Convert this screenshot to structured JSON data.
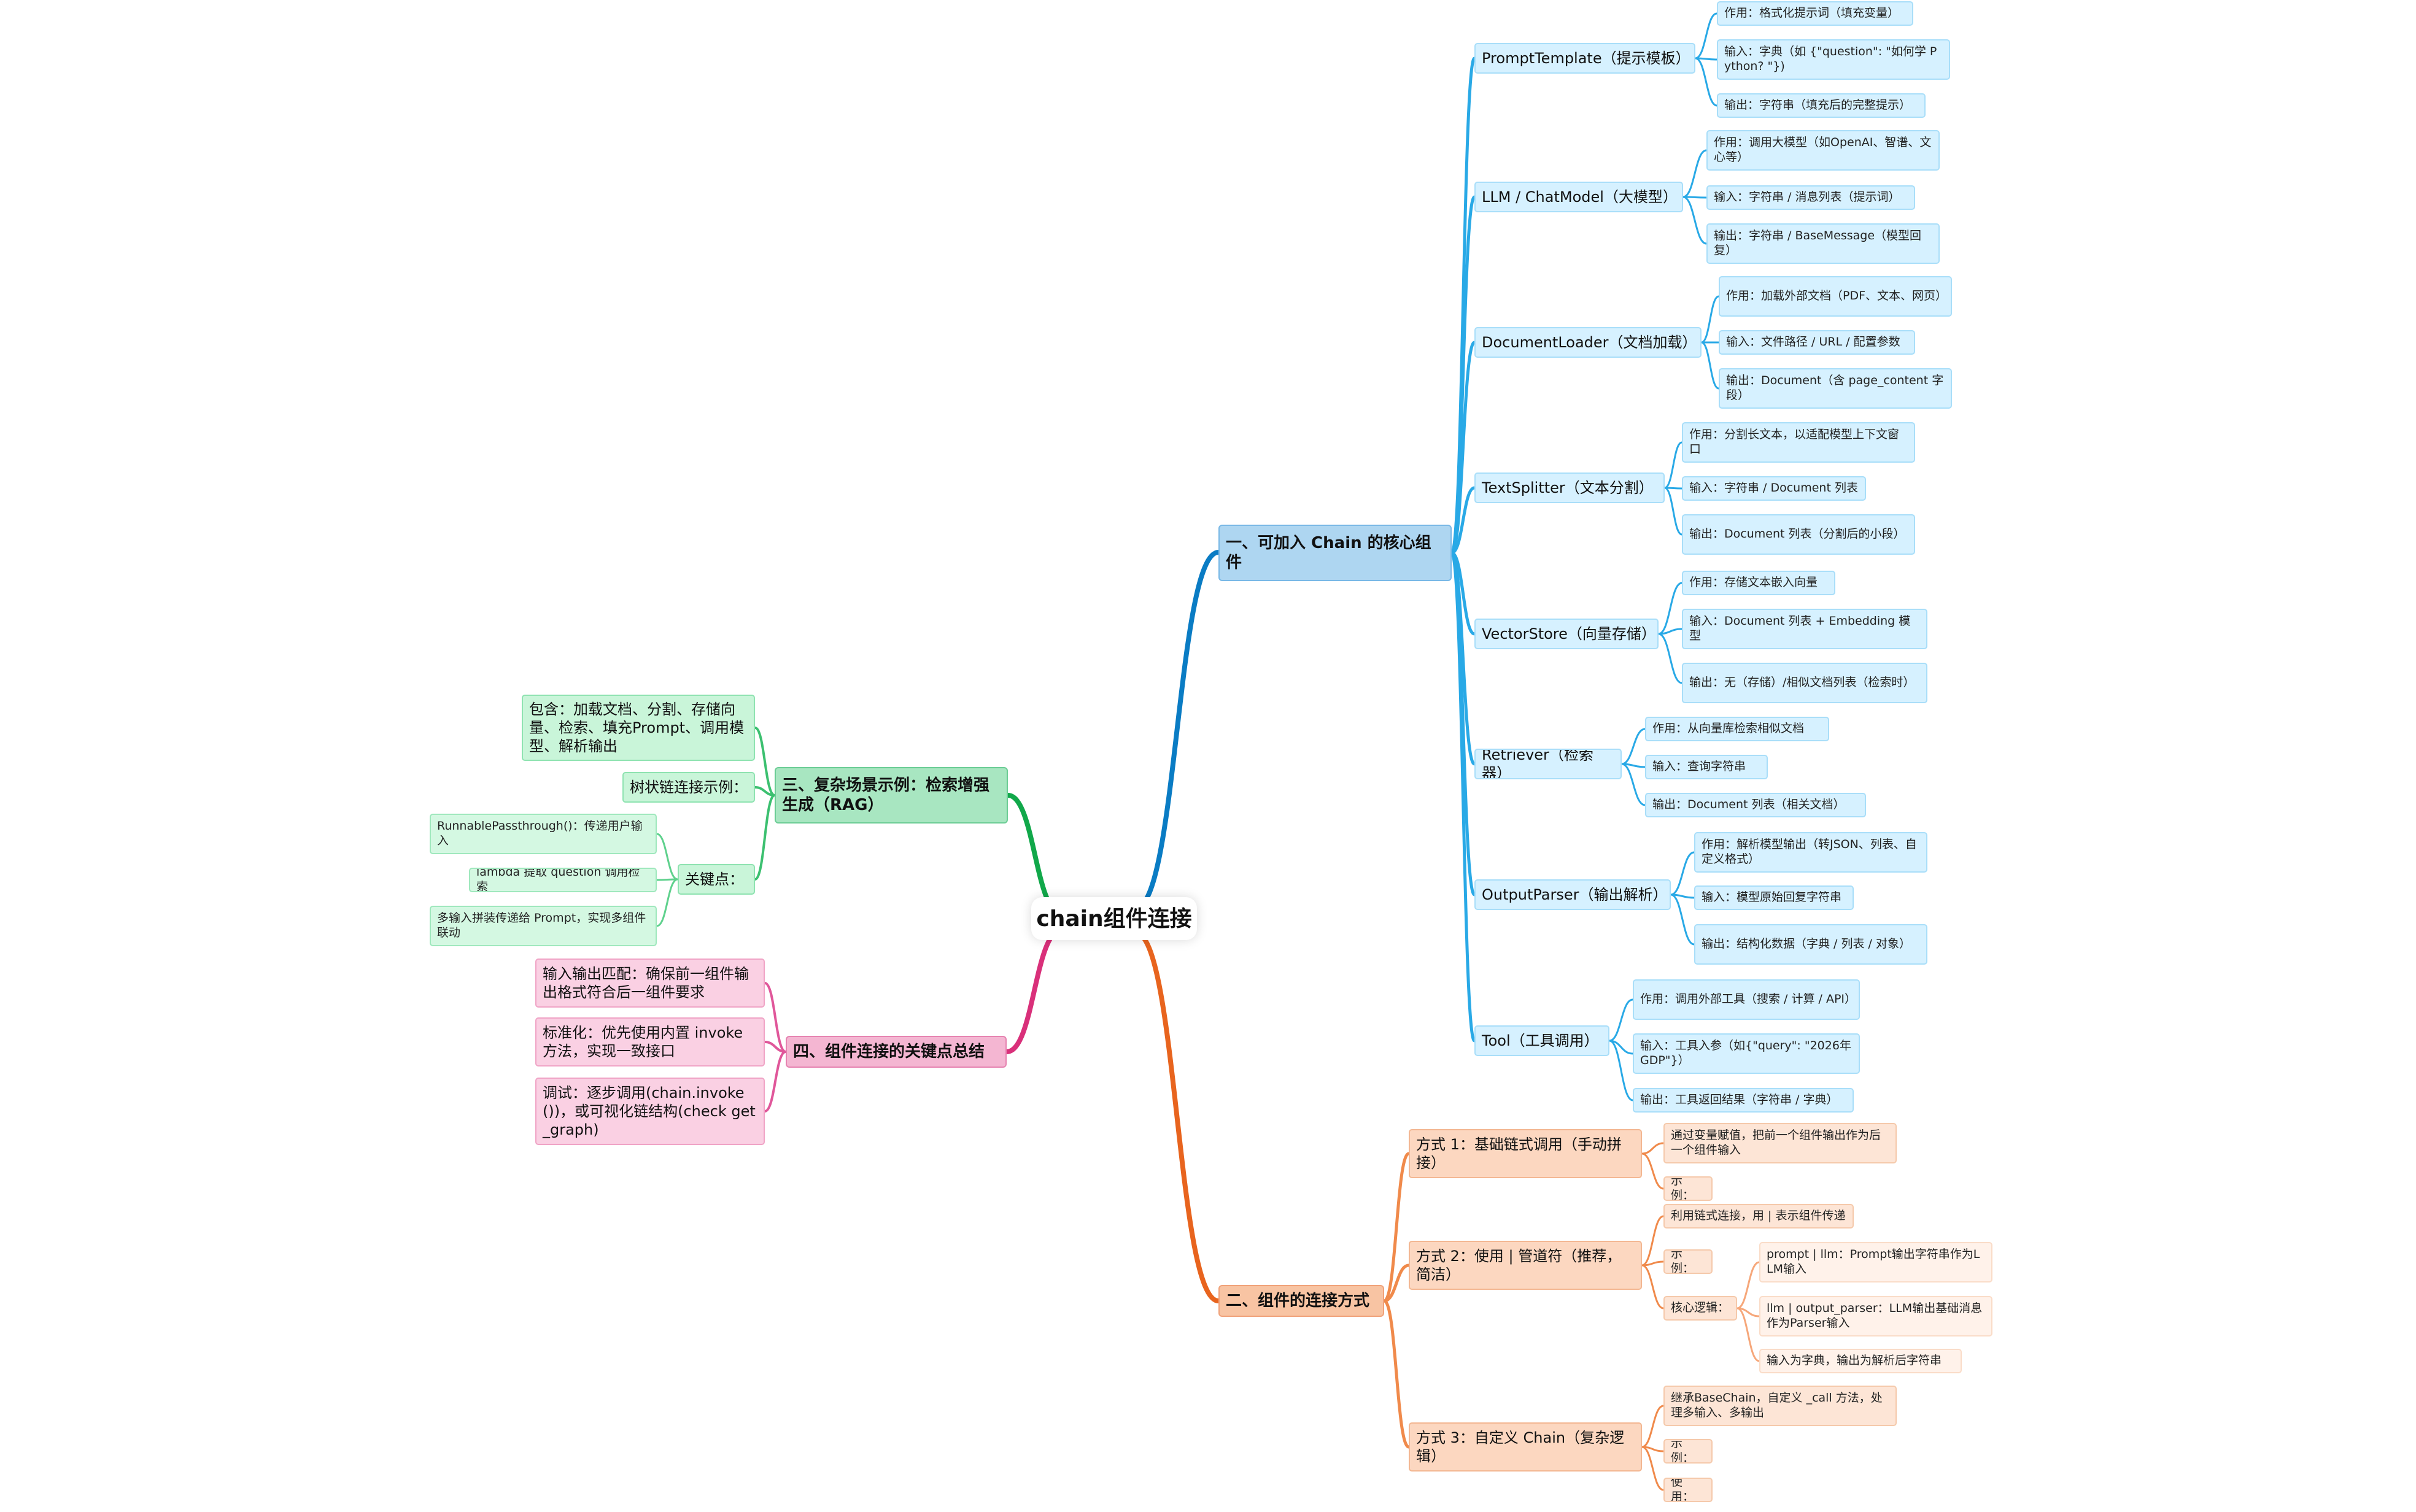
{
  "root": {
    "label": "chain组件连接"
  },
  "branches": {
    "core": {
      "label": "一、可加入 Chain 的核心组件",
      "color": "#0a7cc4",
      "children": [
        {
          "label": "PromptTemplate（提示模板）",
          "items": [
            "作用：格式化提示词（填充变量）",
            "输入：字典（如 {\"question\": \"如何学 Python? \"})",
            "输出：字符串（填充后的完整提示）"
          ]
        },
        {
          "label": "LLM / ChatModel（大模型）",
          "items": [
            "作用：调用大模型（如OpenAI、智谱、文心等）",
            "输入：字符串 / 消息列表（提示词）",
            "输出：字符串 / BaseMessage（模型回复）"
          ]
        },
        {
          "label": "DocumentLoader（文档加载）",
          "items": [
            "作用：加载外部文档（PDF、文本、网页）",
            "输入：文件路径 / URL / 配置参数",
            "输出：Document（含 page_content 字段）"
          ]
        },
        {
          "label": "TextSplitter（文本分割）",
          "items": [
            "作用：分割长文本，以适配模型上下文窗口",
            "输入：字符串 / Document 列表",
            "输出：Document 列表（分割后的小段）"
          ]
        },
        {
          "label": "VectorStore（向量存储）",
          "items": [
            "作用：存储文本嵌入向量",
            "输入：Document 列表 + Embedding 模型",
            "输出：无（存储）/相似文档列表（检索时）"
          ]
        },
        {
          "label": "Retriever（检索器）",
          "items": [
            "作用：从向量库检索相似文档",
            "输入：查询字符串",
            "输出：Document 列表（相关文档）"
          ]
        },
        {
          "label": "OutputParser（输出解析）",
          "items": [
            "作用：解析模型输出（转JSON、列表、自定义格式）",
            "输入：模型原始回复字符串",
            "输出：结构化数据（字典 / 列表 / 对象）"
          ]
        },
        {
          "label": "Tool（工具调用）",
          "items": [
            "作用：调用外部工具（搜索 / 计算 / API）",
            "输入：工具入参（如{\"query\": \"2026年 GDP\"}）",
            "输出：工具返回结果（字符串 / 字典）"
          ]
        }
      ]
    },
    "connect": {
      "label": "二、组件的连接方式",
      "color": "#e8641e",
      "m1": {
        "label": "方式 1：基础链式调用（手动拼接）",
        "items": [
          "通过变量赋值，把前一个组件输出作为后一个组件输入",
          "示例："
        ]
      },
      "m2": {
        "label": "方式 2：使用 | 管道符（推荐，简洁）",
        "items": [
          "利用链式连接，用 | 表示组件传递",
          "示例：",
          "核心逻辑："
        ],
        "logic": [
          "prompt | llm：Prompt输出字符串作为LLM输入",
          "llm | output_parser：LLM输出基础消息作为Parser输入",
          "输入为字典，输出为解析后字符串"
        ]
      },
      "m3": {
        "label": "方式 3：自定义 Chain（复杂逻辑）",
        "items": [
          "继承BaseChain，自定义 _call 方法，处理多输入、多输出",
          "示例：",
          "使用："
        ]
      }
    },
    "rag": {
      "label": "三、复杂场景示例：检索增强生成（RAG）",
      "color": "#11a84a",
      "items": [
        "包含：加载文档、分割、存储向量、检索、填充Prompt、调用模型、解析输出",
        "树状链连接示例：",
        "关键点："
      ],
      "keypoints": [
        "RunnablePassthrough()：传递用户输入",
        "lambda 提取 question 调用检索",
        "多输入拼装传递给 Prompt，实现多组件联动"
      ]
    },
    "summary": {
      "label": "四、组件连接的关键点总结",
      "color": "#d9307a",
      "items": [
        "输入输出匹配：确保前一组件输出格式符合后一组件要求",
        "标准化：优先使用内置 invoke 方法，实现一致接口",
        "调试：逐步调用(chain.invoke())，或可视化链结构(check get_graph)"
      ]
    }
  }
}
